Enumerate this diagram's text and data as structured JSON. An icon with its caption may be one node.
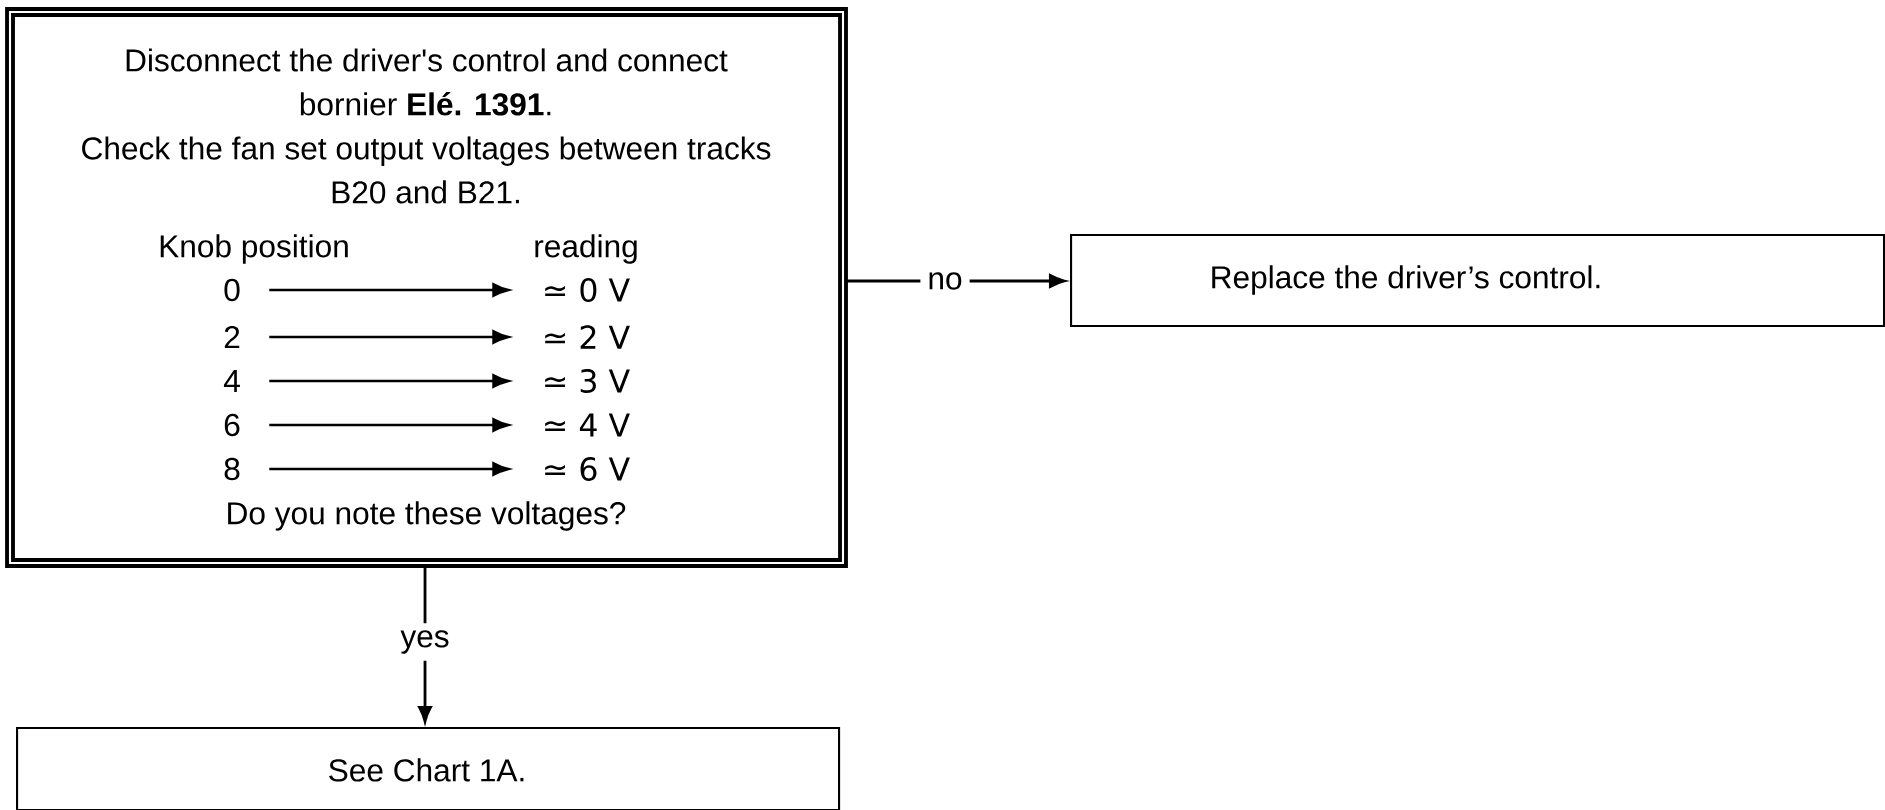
{
  "diagram": {
    "nodes": [
      {
        "text": [
          "Disconnect the driver's control and connect bornier **Elé. 1391**.",
          "Check the fan set output voltages between tracks B20 and B21.",
          "Do you note these voltages?"
        ]
      },
      {
        "text": [
          "0"
        ],
        "in": 0
      },
      {
        "text": [
          "≃ 0 V"
        ],
        "in": 0
      },
      {
        "text": [
          "2"
        ],
        "in": 0
      },
      {
        "text": [
          "≃ 2 V"
        ],
        "in": 0
      },
      {
        "text": [
          "4"
        ],
        "in": 0
      },
      {
        "text": [
          "≃ 3 V"
        ],
        "in": 0
      },
      {
        "text": [
          "6"
        ],
        "in": 0
      },
      {
        "text": [
          "≃ 4 V"
        ],
        "in": 0
      },
      {
        "text": [
          "8"
        ],
        "in": 0
      },
      {
        "text": [
          "≃ 6 V"
        ],
        "in": 0
      },
      {
        "text": [
          "Replace the driver’s control."
        ]
      },
      {
        "text": [
          "See Chart 1A."
        ]
      }
    ],
    "edges": [
      {
        "from": 1,
        "to": 2,
        "arrow": "to"
      },
      {
        "from": 3,
        "to": 4,
        "arrow": "to"
      },
      {
        "from": 5,
        "to": 6,
        "arrow": "to"
      },
      {
        "from": 7,
        "to": 8,
        "arrow": "to"
      },
      {
        "from": 9,
        "to": 10,
        "arrow": "to"
      },
      {
        "from": 0,
        "to": 11,
        "arrow": "to",
        "label": "no"
      },
      {
        "from": 0,
        "to": 12,
        "arrow": "to",
        "label": "yes"
      }
    ],
    "labels": [
      "Knob position",
      "reading"
    ]
  }
}
